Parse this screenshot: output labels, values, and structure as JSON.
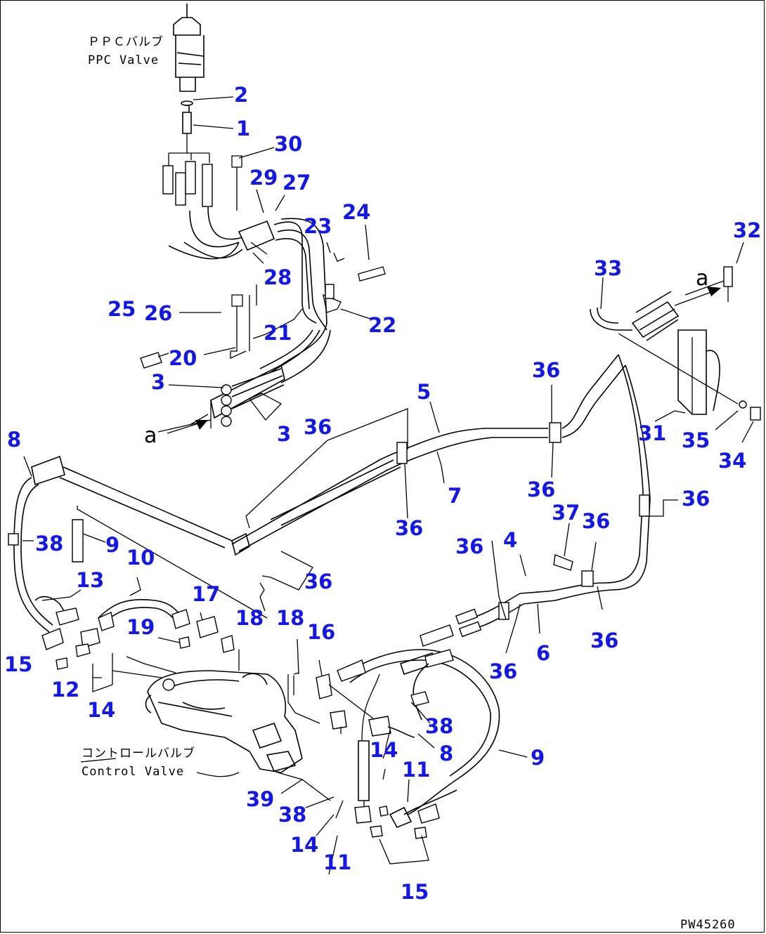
{
  "labels": {
    "ppc_valve_jp": "ＰＰＣバルブ",
    "ppc_valve_en": "PPC Valve",
    "control_valve_jp": "コントロールバルブ",
    "control_valve_en": "Control Valve",
    "view_a_top": "a",
    "view_a_left": "a",
    "drawing_code": "PW45260"
  },
  "callouts": {
    "c1": "1",
    "c2": "2",
    "c3a": "3",
    "c3b": "3",
    "c4": "4",
    "c5": "5",
    "c6": "6",
    "c7": "7",
    "c8a": "8",
    "c8b": "8",
    "c9a": "9",
    "c9b": "9",
    "c10": "10",
    "c11a": "11",
    "c11b": "11",
    "c12": "12",
    "c13": "13",
    "c14a": "14",
    "c14b": "14",
    "c14c": "14",
    "c15a": "15",
    "c15b": "15",
    "c16": "16",
    "c17": "17",
    "c18a": "18",
    "c18b": "18",
    "c19": "19",
    "c20": "20",
    "c21": "21",
    "c22": "22",
    "c23": "23",
    "c24": "24",
    "c25": "25",
    "c26": "26",
    "c27": "27",
    "c28": "28",
    "c29": "29",
    "c30": "30",
    "c31": "31",
    "c32": "32",
    "c33": "33",
    "c34": "34",
    "c35": "35",
    "c36a": "36",
    "c36b": "36",
    "c36c": "36",
    "c36d": "36",
    "c36e": "36",
    "c36f": "36",
    "c36g": "36",
    "c36h": "36",
    "c36i": "36",
    "c36j": "36",
    "c37": "37",
    "c38a": "38",
    "c38b": "38",
    "c38c": "38",
    "c39": "39"
  },
  "colors": {
    "callout": "#1418e6",
    "line": "#000000",
    "background": "#ffffff"
  }
}
